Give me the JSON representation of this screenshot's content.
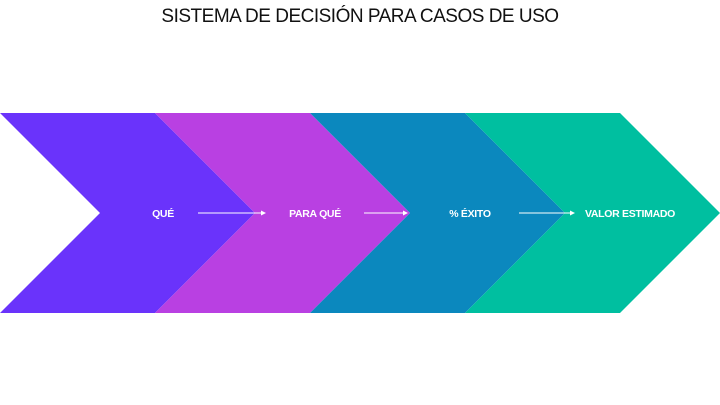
{
  "title": "SISTEMA DE DECISIÓN PARA CASOS DE USO",
  "stages": [
    {
      "label": "QUÉ",
      "color": "#6a33fb"
    },
    {
      "label": "PARA QUÉ",
      "color": "#b940e2"
    },
    {
      "label": "% ÉXITO",
      "color": "#0b88be"
    },
    {
      "label": "VALOR ESTIMADO",
      "color": "#00bfa0"
    }
  ],
  "arrow_color": "#ffffff"
}
